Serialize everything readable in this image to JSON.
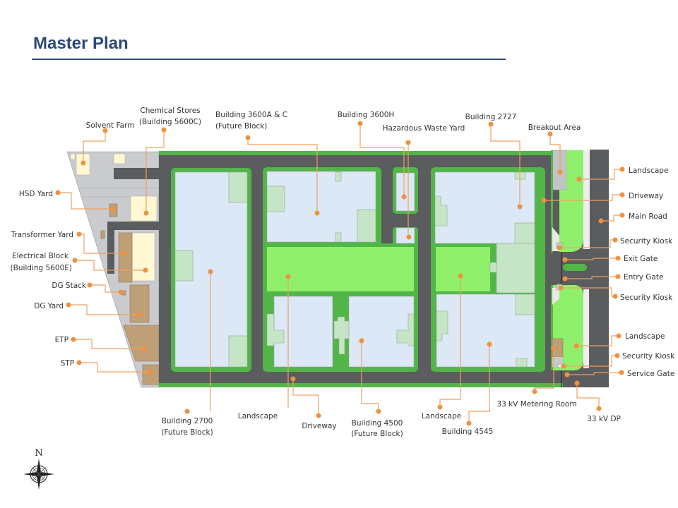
{
  "title": "Master Plan",
  "compass": {
    "north_label": "N"
  },
  "labels": {
    "solvent_farm": "Solvent Farm",
    "chemical_stores_1": "Chemical Stores",
    "chemical_stores_2": "(Building 5600C)",
    "building_3600ac_1": "Building 3600A & C",
    "building_3600ac_2": "(Future Block)",
    "building_3600h": "Building 3600H",
    "hazardous_waste_yard": "Hazardous Waste Yard",
    "building_2727": "Building 2727",
    "breakout_area": "Breakout Area",
    "landscape_top_right": "Landscape",
    "driveway_right": "Driveway",
    "main_road": "Main Road",
    "security_kiosk_1": "Security Kiosk",
    "exit_gate": "Exit Gate",
    "entry_gate": "Entry Gate",
    "security_kiosk_2": "Security Kiosk",
    "landscape_bottom_right": "Landscape",
    "security_kiosk_3": "Security Kiosk",
    "service_gate": "Service Gate",
    "dp_33kv": "33 kV DP",
    "metering_room_33kv": "33 kV Metering Room",
    "building_4545": "Building 4545",
    "landscape_center": "Landscape",
    "building_4500_1": "Building 4500",
    "building_4500_2": "(Future Block)",
    "driveway_bottom": "Driveway",
    "landscape_left": "Landscape",
    "building_2700_1": "Building 2700",
    "building_2700_2": "(Future Block)",
    "hsd_yard": "HSD Yard",
    "transformer_yard": "Transformer Yard",
    "electrical_block_1": "Electrical Block",
    "electrical_block_2": "(Building 5600E)",
    "dg_stack": "DG Stack",
    "dg_yard": "DG Yard",
    "etp": "ETP",
    "stp": "STP"
  },
  "colors": {
    "title": "#2b4a7b",
    "leader": "#f0913f",
    "road": "#5b5c5e",
    "landscape": "#90ef6a",
    "border_green": "#52b548",
    "building": "#dce8f5"
  }
}
